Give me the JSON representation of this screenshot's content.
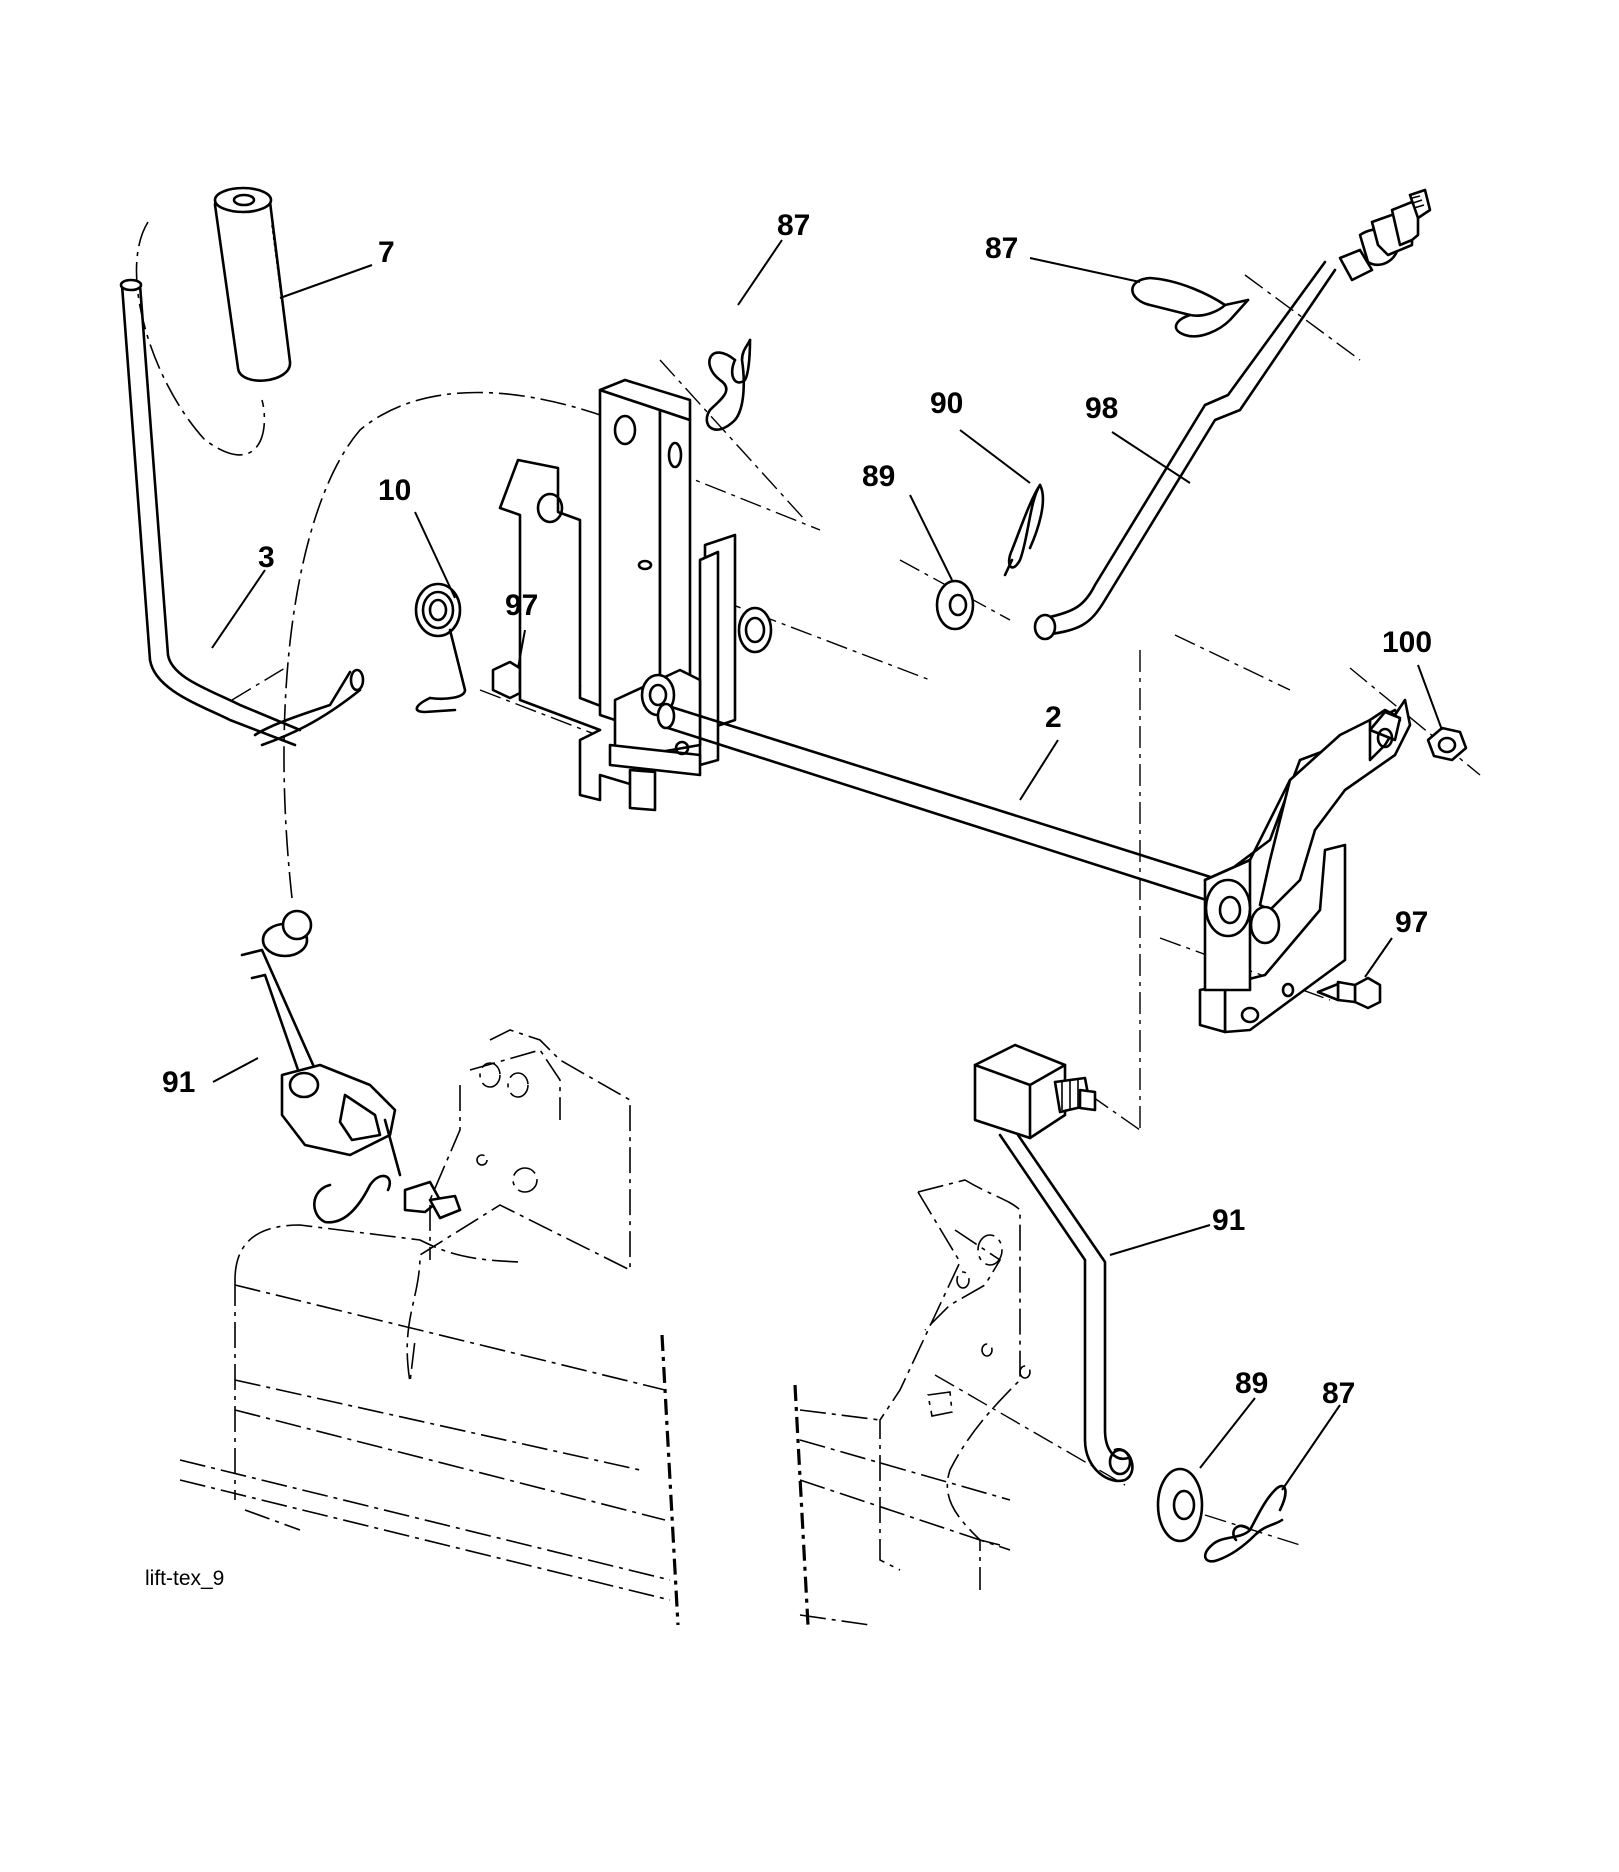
{
  "diagram": {
    "caption": "lift-tex_9",
    "callouts": {
      "c7": "7",
      "c3": "3",
      "c10": "10",
      "c97a": "97",
      "c87a": "87",
      "c87b": "87",
      "c90": "90",
      "c98": "98",
      "c89a": "89",
      "c100": "100",
      "c2": "2",
      "c97b": "97",
      "c91a": "91",
      "c91b": "91",
      "c89b": "89",
      "c87c": "87"
    }
  }
}
